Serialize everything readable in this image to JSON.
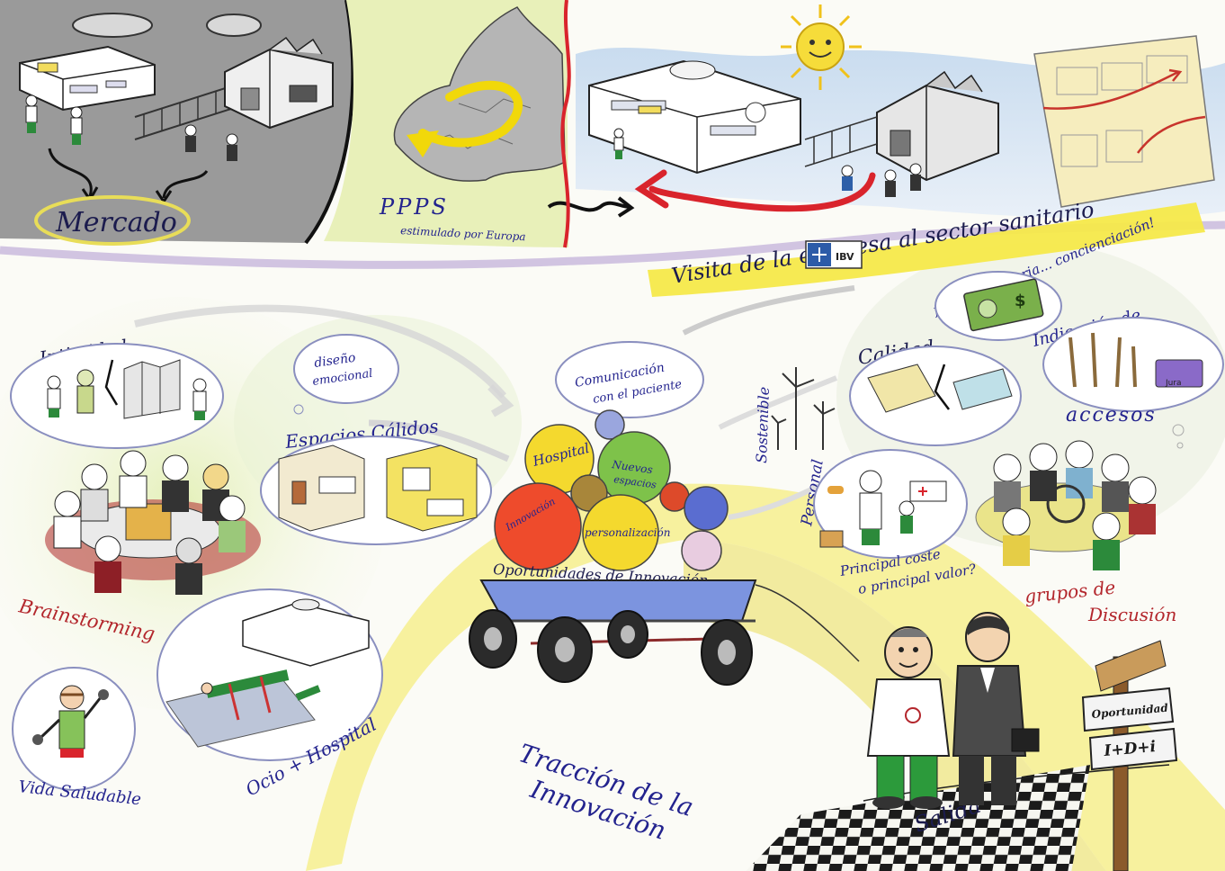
{
  "labels": {
    "mercado": "Mercado",
    "ppps": "PPPS",
    "ppps_sub": "estimulado por Europa",
    "visita": "Visita de la empresa al sector sanitario",
    "ibv": "IBV",
    "factura": "factura sanitaria... concienciación!",
    "indicacion": "Indicación de",
    "accesos": "accesos",
    "calidad": "Calidad",
    "sostenible": "Sostenible",
    "personal": "Personal",
    "principal_coste": "Principal coste",
    "principal_valor": "o principal valor?",
    "grupos": "grupos de",
    "discusion": "Discusión",
    "intimidad": "Intimidad",
    "diseno": "diseño",
    "emocional": "emocional",
    "espacios": "Espacios Cálidos",
    "comunicacion": "Comunicación",
    "con_paciente": "con el paciente",
    "hospital": "Hospital",
    "nuevos": "Nuevos",
    "espacios_bubble": "espacios",
    "innovacion_bubble": "Innovación",
    "personalizacion": "personalización",
    "oportunidades": "Oportunidades de Innovación",
    "brainstorming": "Brainstorming",
    "vida": "Vida Saludable",
    "ocio": "Ocio + Hospital",
    "traccion": "Tracción de la",
    "innovacion": "Innovación",
    "salida": "Salida",
    "oportunidad_sign": "Oportunidad",
    "idi_sign": "I+D+i",
    "jura": "Jura"
  },
  "colors": {
    "ink": "#23238e",
    "red_arrow": "#d9242c",
    "yellow_road": "#f4ea6a",
    "grey_panel": "#8f8f8f",
    "blue_panel": "#b9cfe6",
    "wagon_blue": "#5b76c8"
  },
  "icons": [
    "sun-icon",
    "euro-map-icon",
    "factory-icon",
    "hospital-icon",
    "wind-turbine-icon",
    "wagon-icon",
    "signpost-icon",
    "banknote-icon"
  ]
}
